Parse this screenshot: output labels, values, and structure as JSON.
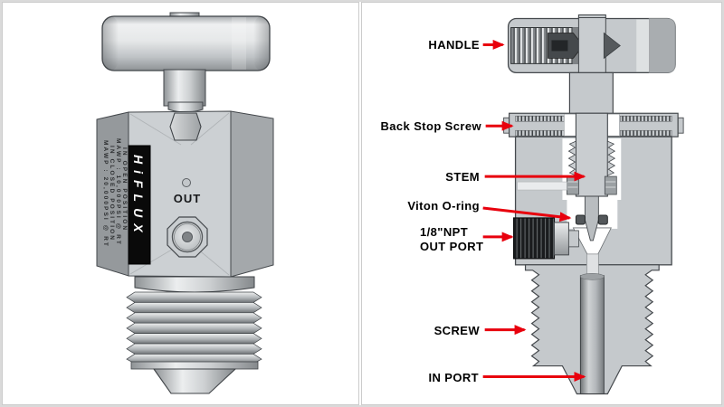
{
  "diagram_title": "needle-valve-structure-diagram",
  "colors": {
    "arrow": "#e8000d",
    "callout_text": "#000000",
    "brand_bg": "#0a0a0a",
    "brand_fg": "#ffffff",
    "metal_body": "#c5c9cc",
    "panel_border": "#cccccc"
  },
  "left_panel": {
    "view": "3d-exterior-view",
    "markings": {
      "brand": "HiFLUX",
      "spec_lines": [
        "MAWP : 20,000PSI @ RT",
        "IN CLOSED POSITION",
        "MAWP : 10,000PSI @ RT",
        "IN OPEN POSITION"
      ],
      "out": "OUT"
    }
  },
  "right_panel": {
    "view": "cross-section-view",
    "callouts": [
      {
        "id": "handle",
        "text": "HANDLE"
      },
      {
        "id": "back-stop-screw",
        "text": "Back Stop Screw"
      },
      {
        "id": "stem",
        "text": "STEM"
      },
      {
        "id": "viton-o-ring",
        "text": "Viton O-ring"
      },
      {
        "id": "out-port",
        "text": "1/8\"NPT",
        "text2": "OUT PORT"
      },
      {
        "id": "screw",
        "text": "SCREW"
      },
      {
        "id": "in-port",
        "text": "IN PORT"
      }
    ]
  }
}
